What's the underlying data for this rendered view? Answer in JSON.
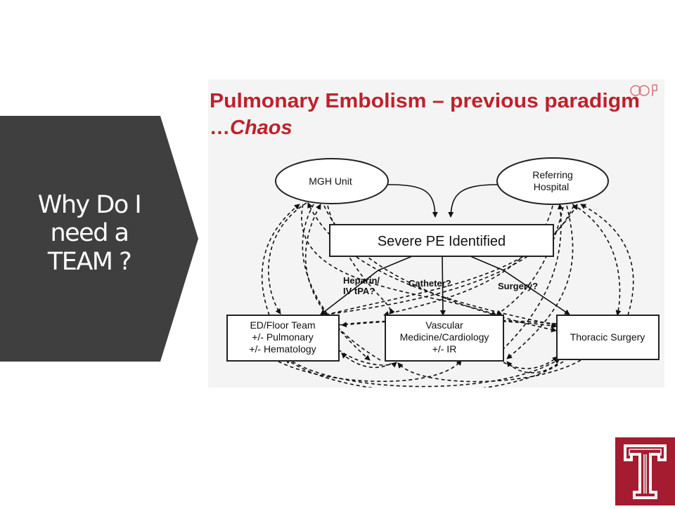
{
  "slide": {
    "side_title": "Why Do I\nneed a\nTEAM ?",
    "colors": {
      "chevron": "#3f3f3f",
      "accent_red": "#c0202a",
      "logo_red": "#a51c30"
    }
  },
  "embedded_slide": {
    "title_line1": "Pulmonary Embolism – previous paradigm",
    "title_line2_prefix": "…",
    "title_line2_italic": "Chaos",
    "nodes": {
      "mgh_unit": "MGH Unit",
      "referring_line1": "Referring",
      "referring_line2": "Hospital",
      "severe_pe": "Severe PE Identified",
      "ed_line1": "ED/Floor Team",
      "ed_line2": "+/- Pulmonary",
      "ed_line3": "+/- Hematology",
      "vasc_line1": "Vascular",
      "vasc_line2": "Medicine/Cardiology",
      "vasc_line3": "+/- IR",
      "thoracic": "Thoracic Surgery"
    },
    "edge_labels": {
      "heparin_line1": "Heparin/",
      "heparin_line2": "IV tPA?",
      "catheter": "Catheter?",
      "surgery": "Surgery?"
    }
  },
  "logo": {
    "name": "temple-t-logo"
  }
}
